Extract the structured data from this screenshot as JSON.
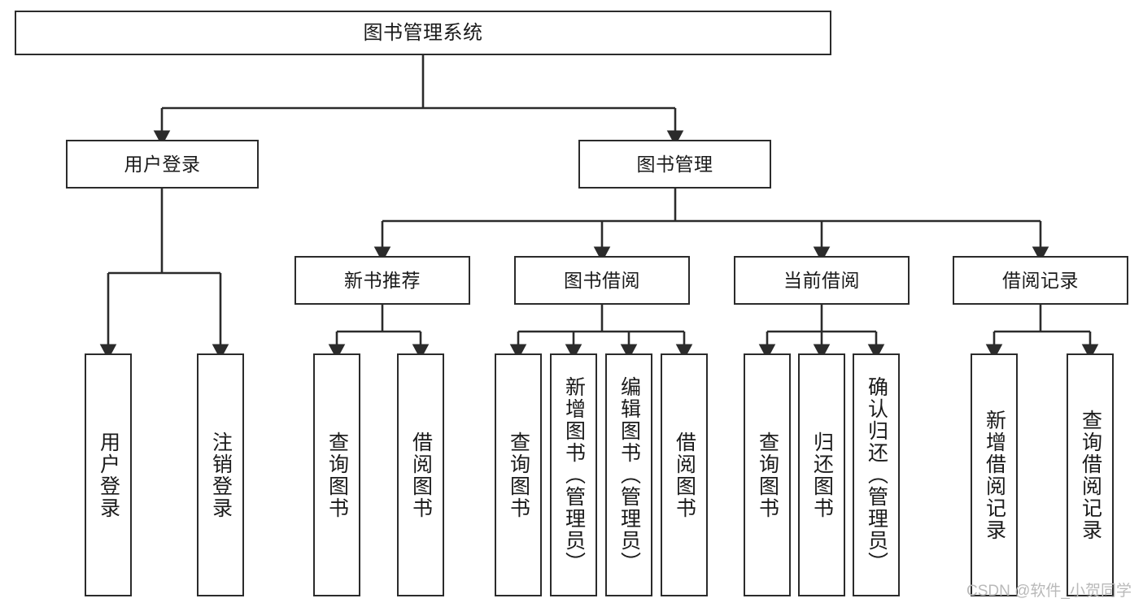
{
  "diagram": {
    "title": "图书管理系统",
    "type": "tree",
    "orientation": "top-down",
    "colors": {
      "box_border": "#2b2b2b",
      "box_fill": "#ffffff",
      "edge": "#2b2b2b",
      "text": "#1a1a1a",
      "watermark": "#b9b9b9",
      "background": "#ffffff"
    },
    "nodes": {
      "root": {
        "label": "图书管理系统"
      },
      "level2": [
        {
          "id": "user-login",
          "label": "用户登录"
        },
        {
          "id": "book-management",
          "label": "图书管理"
        }
      ],
      "level3": [
        {
          "id": "new-book-recommend",
          "label": "新书推荐"
        },
        {
          "id": "book-borrow",
          "label": "图书借阅"
        },
        {
          "id": "current-borrow",
          "label": "当前借阅"
        },
        {
          "id": "borrow-record",
          "label": "借阅记录"
        }
      ],
      "leaves": [
        {
          "id": "leaf-user-login",
          "label": "用户登录",
          "parent": "user-login"
        },
        {
          "id": "leaf-logout",
          "label": "注销登录",
          "parent": "user-login"
        },
        {
          "id": "leaf-query-book-1",
          "label": "查询图书",
          "parent": "new-book-recommend"
        },
        {
          "id": "leaf-borrow-book-1",
          "label": "借阅图书",
          "parent": "new-book-recommend"
        },
        {
          "id": "leaf-query-book-2",
          "label": "查询图书",
          "parent": "book-borrow"
        },
        {
          "id": "leaf-add-book",
          "label": "新增图书（管理员）",
          "parent": "book-borrow"
        },
        {
          "id": "leaf-edit-book",
          "label": "编辑图书（管理员）",
          "parent": "book-borrow"
        },
        {
          "id": "leaf-borrow-book-2",
          "label": "借阅图书",
          "parent": "book-borrow"
        },
        {
          "id": "leaf-query-book-3",
          "label": "查询图书",
          "parent": "current-borrow"
        },
        {
          "id": "leaf-return-book",
          "label": "归还图书",
          "parent": "current-borrow"
        },
        {
          "id": "leaf-confirm-return",
          "label": "确认归还（管理员）",
          "parent": "current-borrow"
        },
        {
          "id": "leaf-add-record",
          "label": "新增借阅记录",
          "parent": "borrow-record"
        },
        {
          "id": "leaf-query-record",
          "label": "查询借阅记录",
          "parent": "borrow-record"
        }
      ]
    }
  },
  "watermark": {
    "text": "CSDN @软件_小贺同学"
  }
}
